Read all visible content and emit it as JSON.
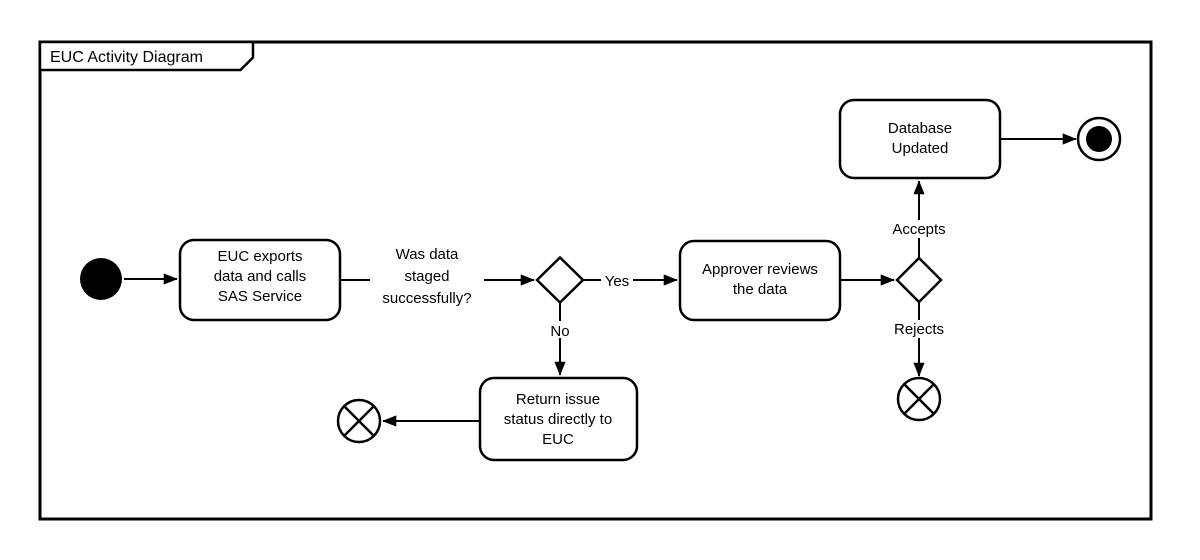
{
  "colors": {
    "stroke": "#000000",
    "background": "#ffffff"
  },
  "frame": {
    "title": "EUC Activity Diagram"
  },
  "nodes": {
    "start": {
      "type": "start-event"
    },
    "export": {
      "lines": [
        "EUC exports",
        "data and calls",
        "SAS Service"
      ]
    },
    "staged_gateway": {
      "type": "decision-gateway"
    },
    "review": {
      "lines": [
        "Approver reviews",
        "the data"
      ]
    },
    "approval_gateway": {
      "type": "decision-gateway"
    },
    "database": {
      "lines": [
        "Database",
        "Updated"
      ]
    },
    "return_issue": {
      "lines": [
        "Return issue",
        "status directly to",
        "EUC"
      ]
    },
    "end_terminate": {
      "type": "end-event"
    },
    "end_cancel_return": {
      "type": "cancel-end-event"
    },
    "end_cancel_rejects": {
      "type": "cancel-end-event"
    }
  },
  "edge_labels": {
    "question": {
      "lines": [
        "Was data",
        "staged",
        "successfully?"
      ]
    },
    "yes": "Yes",
    "no": "No",
    "accepts": "Accepts",
    "rejects": "Rejects"
  }
}
